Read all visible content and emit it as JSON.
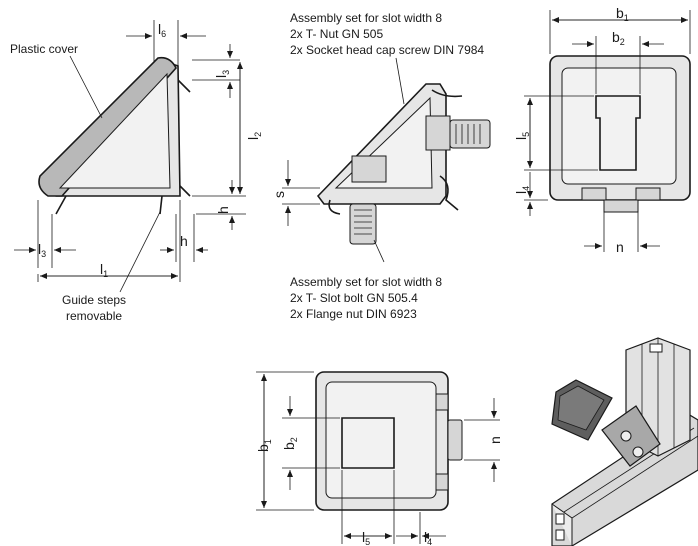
{
  "labels": {
    "plastic_cover": "Plastic cover",
    "guide_steps_line1": "Guide steps",
    "guide_steps_line2": "removable"
  },
  "assembly_set_slot_nut": {
    "title": "Assembly set for slot width 8",
    "line1": "2x T- Nut GN 505",
    "line2": "2x Socket head cap screw DIN 7984"
  },
  "assembly_set_slot_bolt": {
    "title": "Assembly set for slot width 8",
    "line1": "2x T- Slot bolt GN 505.4",
    "line2": "2x Flange nut DIN 6923"
  },
  "dimensions": {
    "l1": {
      "main": "l",
      "sub": "1"
    },
    "l2": {
      "main": "l",
      "sub": "2"
    },
    "l3": {
      "main": "l",
      "sub": "3"
    },
    "l4": {
      "main": "l",
      "sub": "4"
    },
    "l5": {
      "main": "l",
      "sub": "5"
    },
    "l6": {
      "main": "l",
      "sub": "6"
    },
    "h": "h",
    "s": "s",
    "n": "n",
    "b1": {
      "main": "b",
      "sub": "1"
    },
    "b2": {
      "main": "b",
      "sub": "2"
    }
  }
}
